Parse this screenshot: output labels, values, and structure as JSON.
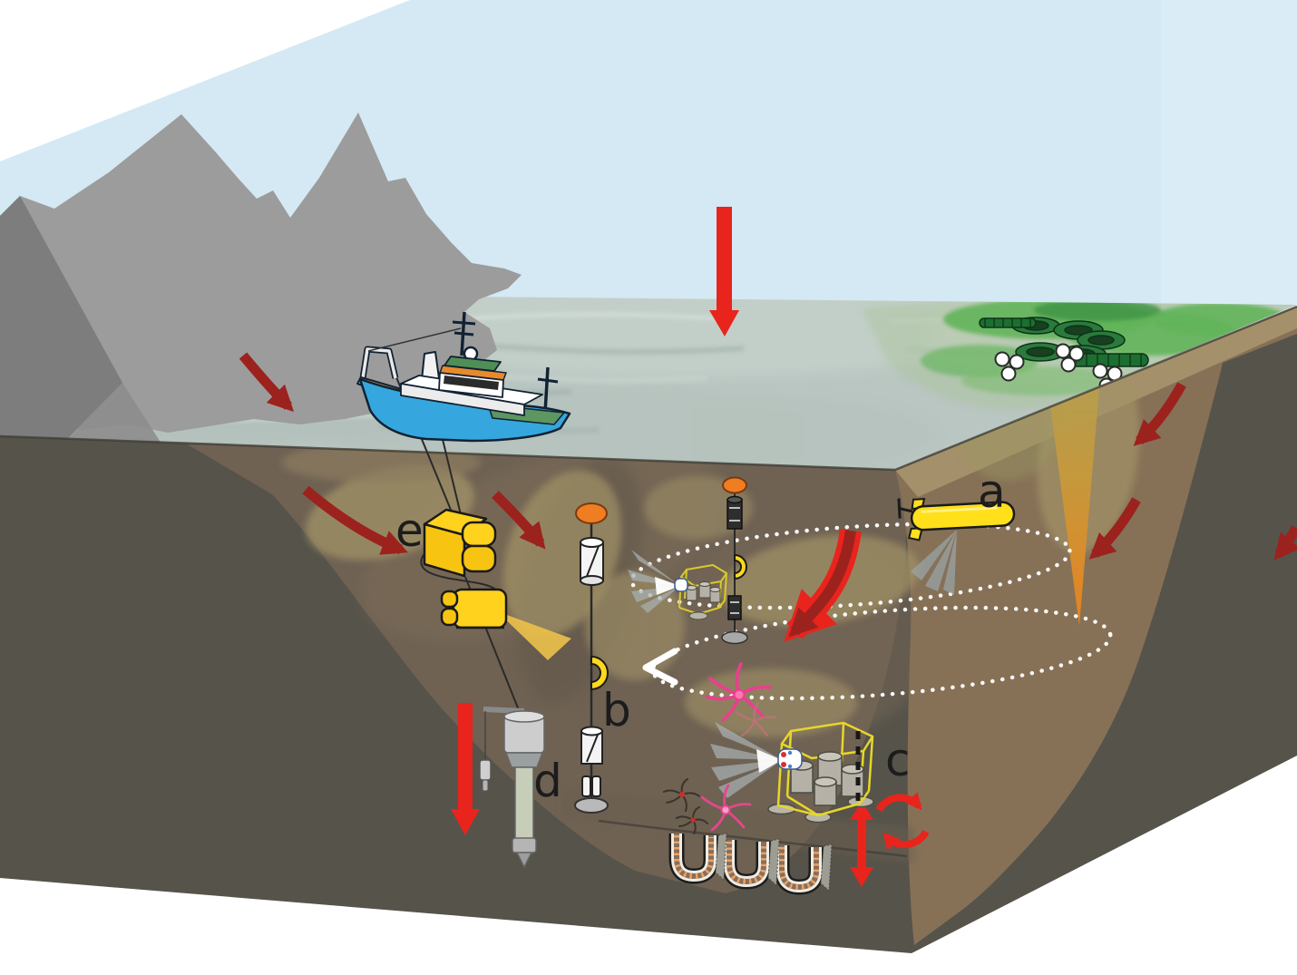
{
  "figure": {
    "type": "oceanographic instrumentation schematic (fjord cross-section)",
    "labels": {
      "auv": "a",
      "mooring": "b",
      "benthic_lander": "c",
      "sediment_corer": "d",
      "rov": "e"
    },
    "colors": {
      "sky": "#d4e9f4",
      "water": "#b9c6c1",
      "mountains": "#9c9c9c",
      "sediment_dark": "#56534a",
      "slope_brown": "#6f6253",
      "plume_khaki": "#a29367",
      "plume_orange": "#e8821e",
      "arrow_red": "#e8241d",
      "arrow_dark_red": "#9c221e",
      "equipment_yellow": "#ffd81c",
      "float_orange": "#ef7d22",
      "algae_green": "#62b45a",
      "survey_path_dotted": "#ffffff",
      "brittle_star_pink": "#ed3d8f"
    }
  }
}
